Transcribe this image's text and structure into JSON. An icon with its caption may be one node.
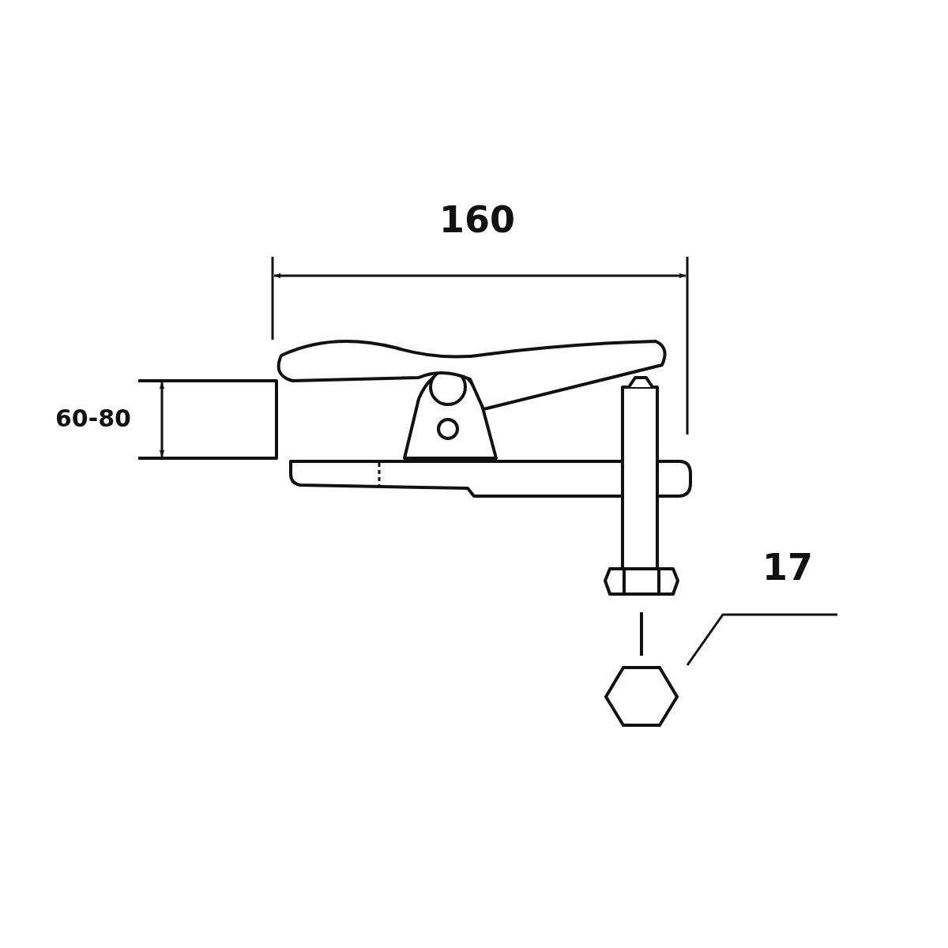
{
  "diagram": {
    "nodes": [
      {
        "text": [
          "17"
        ]
      },
      {
        "text": [],
        "shape": "hexagon"
      }
    ],
    "edges": [
      {
        "from": 0,
        "to": 1,
        "arrow": "none"
      }
    ],
    "labels": [
      "160",
      "60-80"
    ]
  }
}
